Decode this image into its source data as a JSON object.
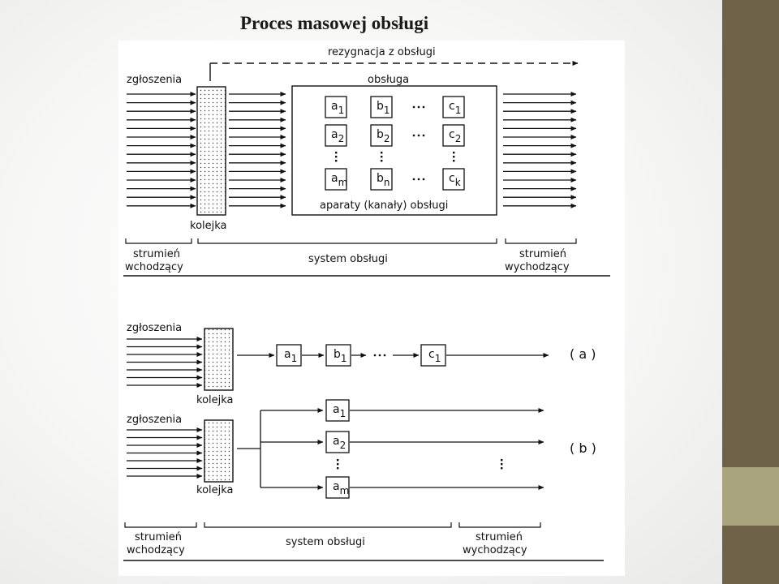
{
  "slide": {
    "title": "Proces masowej obsługi"
  },
  "diagram_top": {
    "label_requests": "zgłoszenia",
    "label_abandon": "rezygnacja z obsługi",
    "label_service": "obsługa",
    "label_queue": "kolejka",
    "label_channels": "aparaty (kanały) obsługi",
    "label_stream_in_1": "strumień",
    "label_stream_in_2": "wchodzący",
    "label_system": "system obsługi",
    "label_stream_out_1": "strumień",
    "label_stream_out_2": "wychodzący",
    "rows": [
      [
        {
          "letter": "a",
          "sub": "1"
        },
        {
          "letter": "b",
          "sub": "1"
        },
        {
          "letter": "c",
          "sub": "1"
        }
      ],
      [
        {
          "letter": "a",
          "sub": "2"
        },
        {
          "letter": "b",
          "sub": "2"
        },
        {
          "letter": "c",
          "sub": "2"
        }
      ],
      [
        {
          "letter": "a",
          "sub": "m"
        },
        {
          "letter": "b",
          "sub": "n"
        },
        {
          "letter": "c",
          "sub": "k"
        }
      ]
    ]
  },
  "diagram_bottom": {
    "label_requests_a": "zgłoszenia",
    "label_queue_a": "kolejka",
    "series_chain": [
      {
        "letter": "a",
        "sub": "1"
      },
      {
        "letter": "b",
        "sub": "1"
      },
      {
        "letter": "c",
        "sub": "1"
      }
    ],
    "tag_a": "( a )",
    "label_requests_b": "zgłoszenia",
    "label_queue_b": "kolejka",
    "parallel_channels": [
      {
        "letter": "a",
        "sub": "1"
      },
      {
        "letter": "a",
        "sub": "2"
      },
      {
        "letter": "a",
        "sub": "m"
      }
    ],
    "tag_b": "( b )",
    "label_stream_in_1": "strumień",
    "label_stream_in_2": "wchodzący",
    "label_system": "system obsługi",
    "label_stream_out_1": "strumień",
    "label_stream_out_2": "wychodzący"
  },
  "colors": {
    "side_band_dark": "#6e6249",
    "side_band_light": "#a9a37e",
    "ink": "#111111"
  }
}
